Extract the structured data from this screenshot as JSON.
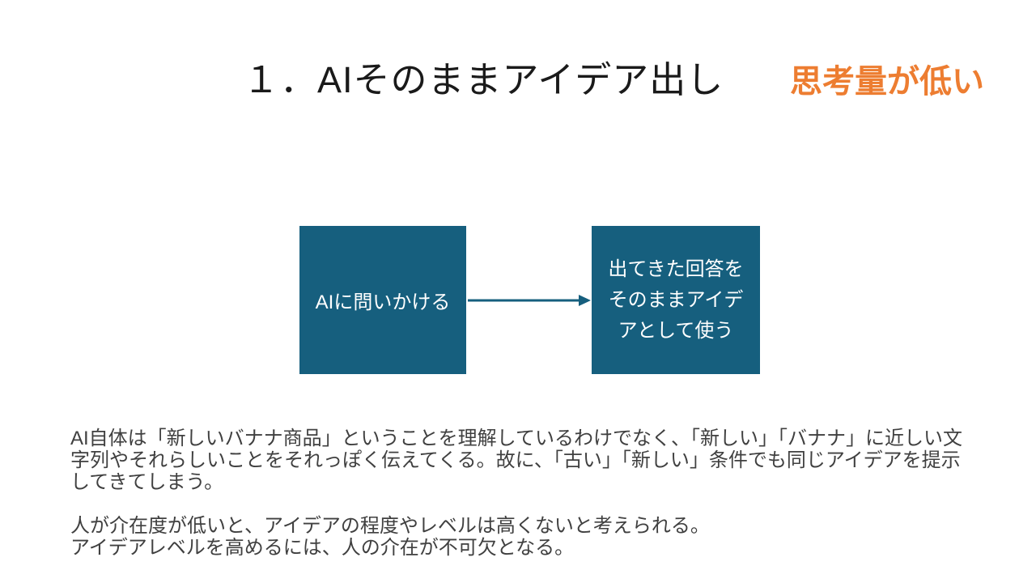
{
  "slide": {
    "title": "１．AIそのままアイデア出し",
    "annotation": "思考量が低い",
    "diagram": {
      "box1_label": "AIに問いかける",
      "box2_label": "出てきた回答を\nそのままアイデ\nアとして使う",
      "arrow": "right-arrow"
    },
    "body": {
      "paragraph1": "AI自体は「新しいバナナ商品」ということを理解しているわけでなく、「新しい」「バナナ」に近しい文\n字列やそれらしいことをそれっぽく伝えてくる。故に、「古い」「新しい」条件でも同じアイデアを提示\nしてきてしまう。",
      "paragraph2": "人が介在度が低いと、アイデアの程度やレベルは高くないと考えられる。\nアイデアレベルを高めるには、人の介在が不可欠となる。"
    },
    "colors": {
      "box_teal": "#165F7E",
      "arrow_teal": "#165F7E",
      "annotation_orange": "#ED7D31",
      "title_text": "#1a1a1a",
      "body_text": "#404040",
      "background": "#ffffff"
    }
  }
}
